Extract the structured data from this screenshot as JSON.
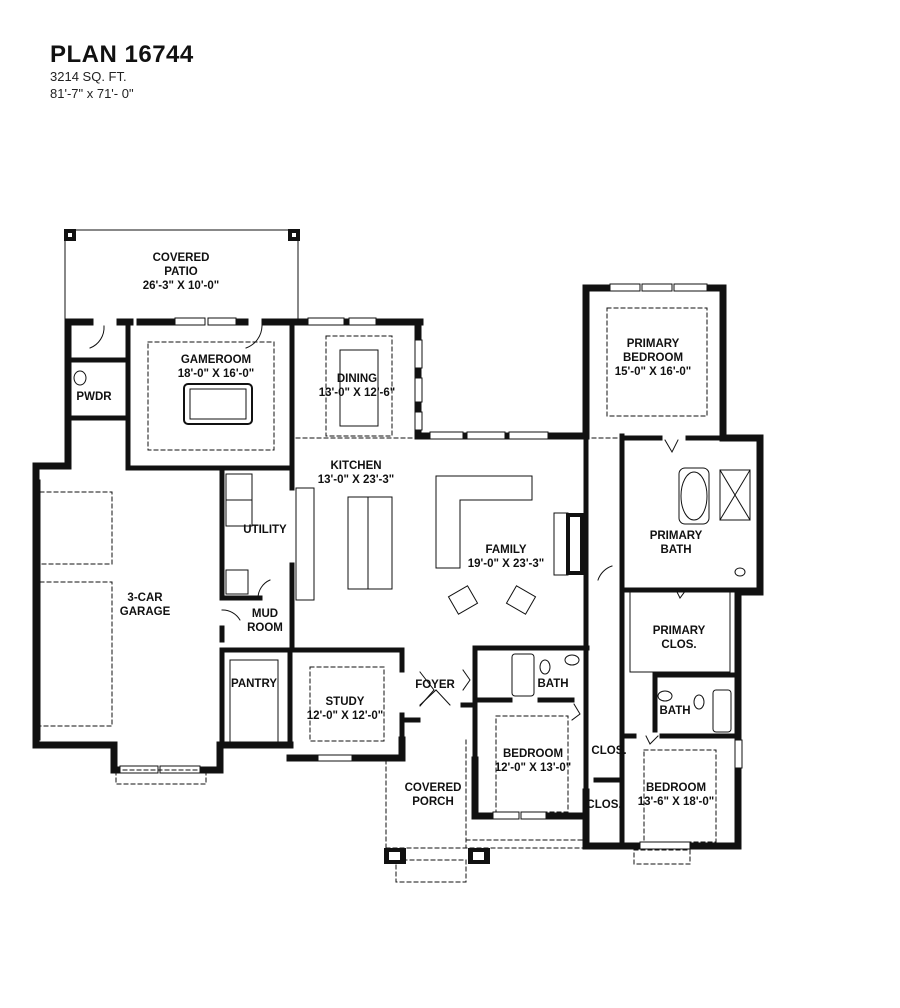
{
  "header": {
    "title": "PLAN 16744",
    "area": "3214 SQ. FT.",
    "dimensions": "81'-7\" x 71'- 0\""
  },
  "rooms": {
    "covered_patio": {
      "name": "COVERED",
      "name2": "PATIO",
      "size": "26'-3\" X 10'-0\""
    },
    "gameroom": {
      "name": "GAMEROOM",
      "size": "18'-0\" X 16'-0\""
    },
    "pwdr": {
      "name": "PWDR"
    },
    "dining": {
      "name": "DINING",
      "size": "13'-0\" X 12'-6\""
    },
    "kitchen": {
      "name": "KITCHEN",
      "size": "13'-0\" X 23'-3\""
    },
    "family": {
      "name": "FAMILY",
      "size": "19'-0\" X 23'-3\""
    },
    "primary_bedroom": {
      "name": "PRIMARY",
      "name2": "BEDROOM",
      "size": "15'-0\" X 16'-0\""
    },
    "primary_bath": {
      "name": "PRIMARY",
      "name2": "BATH"
    },
    "primary_closet": {
      "name": "PRIMARY",
      "name2": "CLOS."
    },
    "utility": {
      "name": "UTILITY"
    },
    "garage": {
      "name": "3-CAR",
      "name2": "GARAGE"
    },
    "mud_room": {
      "name": "MUD",
      "name2": "ROOM"
    },
    "pantry": {
      "name": "PANTRY"
    },
    "study": {
      "name": "STUDY",
      "size": "12'-0\" X 12'-0\""
    },
    "foyer": {
      "name": "FOYER"
    },
    "covered_porch": {
      "name": "COVERED",
      "name2": "PORCH"
    },
    "bath_1": {
      "name": "BATH"
    },
    "bedroom_1": {
      "name": "BEDROOM",
      "size": "12'-0\" X 13'-0\""
    },
    "closet_1": {
      "name": "CLOS."
    },
    "closet_2": {
      "name": "CLOS."
    },
    "bath_2": {
      "name": "BATH"
    },
    "bedroom_2": {
      "name": "BEDROOM",
      "size": "13'-6\" X 18'-0\""
    }
  }
}
